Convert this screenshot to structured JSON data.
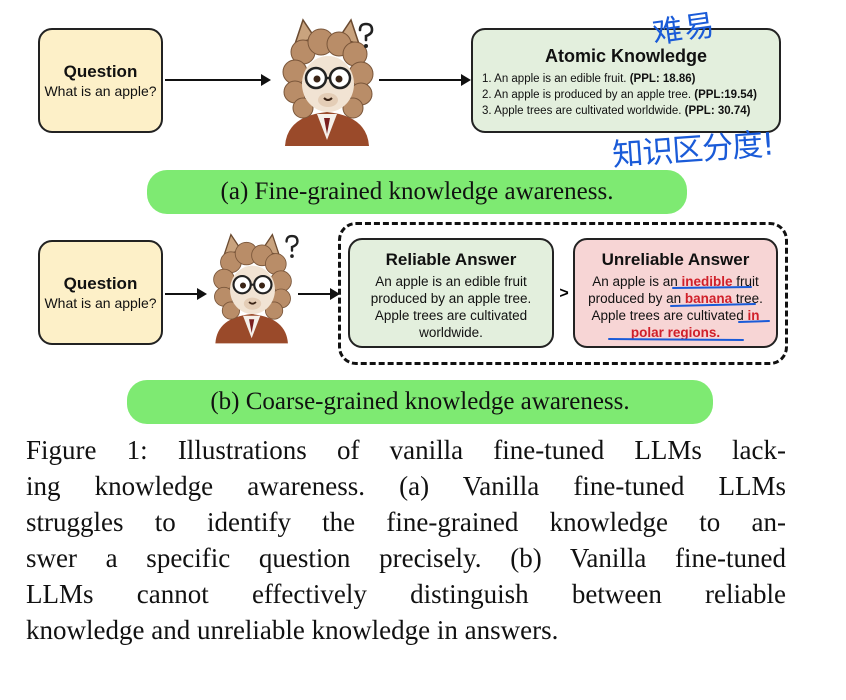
{
  "panel_a": {
    "question_title": "Question",
    "question_text": "What is an apple?",
    "knowledge_title": "Atomic Knowledge",
    "knowledge_items": [
      {
        "text": "1. An apple is an edible fruit. ",
        "ppl": "(PPL: 18.86)"
      },
      {
        "text": "2. An apple is produced by an apple tree. ",
        "ppl": "(PPL:19.54)"
      },
      {
        "text": "3. Apple trees are cultivated worldwide. ",
        "ppl": "(PPL: 30.74)"
      }
    ],
    "handwriting_top": "难易",
    "handwriting_bottom": "知识区分度!",
    "caption": "(a)  Fine-grained knowledge awareness."
  },
  "panel_b": {
    "question_title": "Question",
    "question_text": "What is an apple?",
    "reliable_title": "Reliable Answer",
    "reliable_lines": [
      "An apple is an edible fruit",
      "produced by an apple tree.",
      "Apple trees are cultivated",
      "worldwide."
    ],
    "comparator": ">",
    "unreliable_title": "Unreliable Answer",
    "unreliable": {
      "l1_pre": "An apple is an ",
      "l1_bad": "inedible",
      "l1_post": " fruit",
      "l2_pre": "produced by an ",
      "l2_bad": "banana",
      "l2_post": " tree.",
      "l3_pre": "Apple trees are cultivated ",
      "l3_bad": "in",
      "l4_bad": "polar regions."
    },
    "caption": "(b)  Coarse-grained knowledge awareness."
  },
  "figure_caption": "Figure 1: Illustrations of vanilla fine-tuned LLMs lacking knowledge awareness. (a) Vanilla fine-tuned LLMs struggles to identify the fine-grained knowledge to answer a specific question precisely. (b) Vanilla fine-tuned LLMs cannot effectively distinguish between reliable knowledge and unreliable knowledge in answers.",
  "figure_caption_lines": [
    "Figure 1: Illustrations of vanilla fine-tuned LLMs lack-",
    "ing knowledge awareness. (a) Vanilla fine-tuned LLMs",
    "struggles to identify the fine-grained knowledge to an-",
    "swer a specific question precisely. (b) Vanilla fine-tuned",
    "LLMs cannot effectively distinguish between reliable",
    "knowledge and unreliable knowledge in answers."
  ],
  "colors": {
    "question_fill": "#fdf0c8",
    "knowledge_fill": "#e3efdd",
    "unreliable_fill": "#f7d5d5",
    "caption_pill": "#7eea72",
    "error_text": "#d0202a",
    "handwriting": "#1a5bd8"
  },
  "icons": [
    "alpaca-scholar-icon",
    "question-mark-icon",
    "right-arrow-icon"
  ]
}
